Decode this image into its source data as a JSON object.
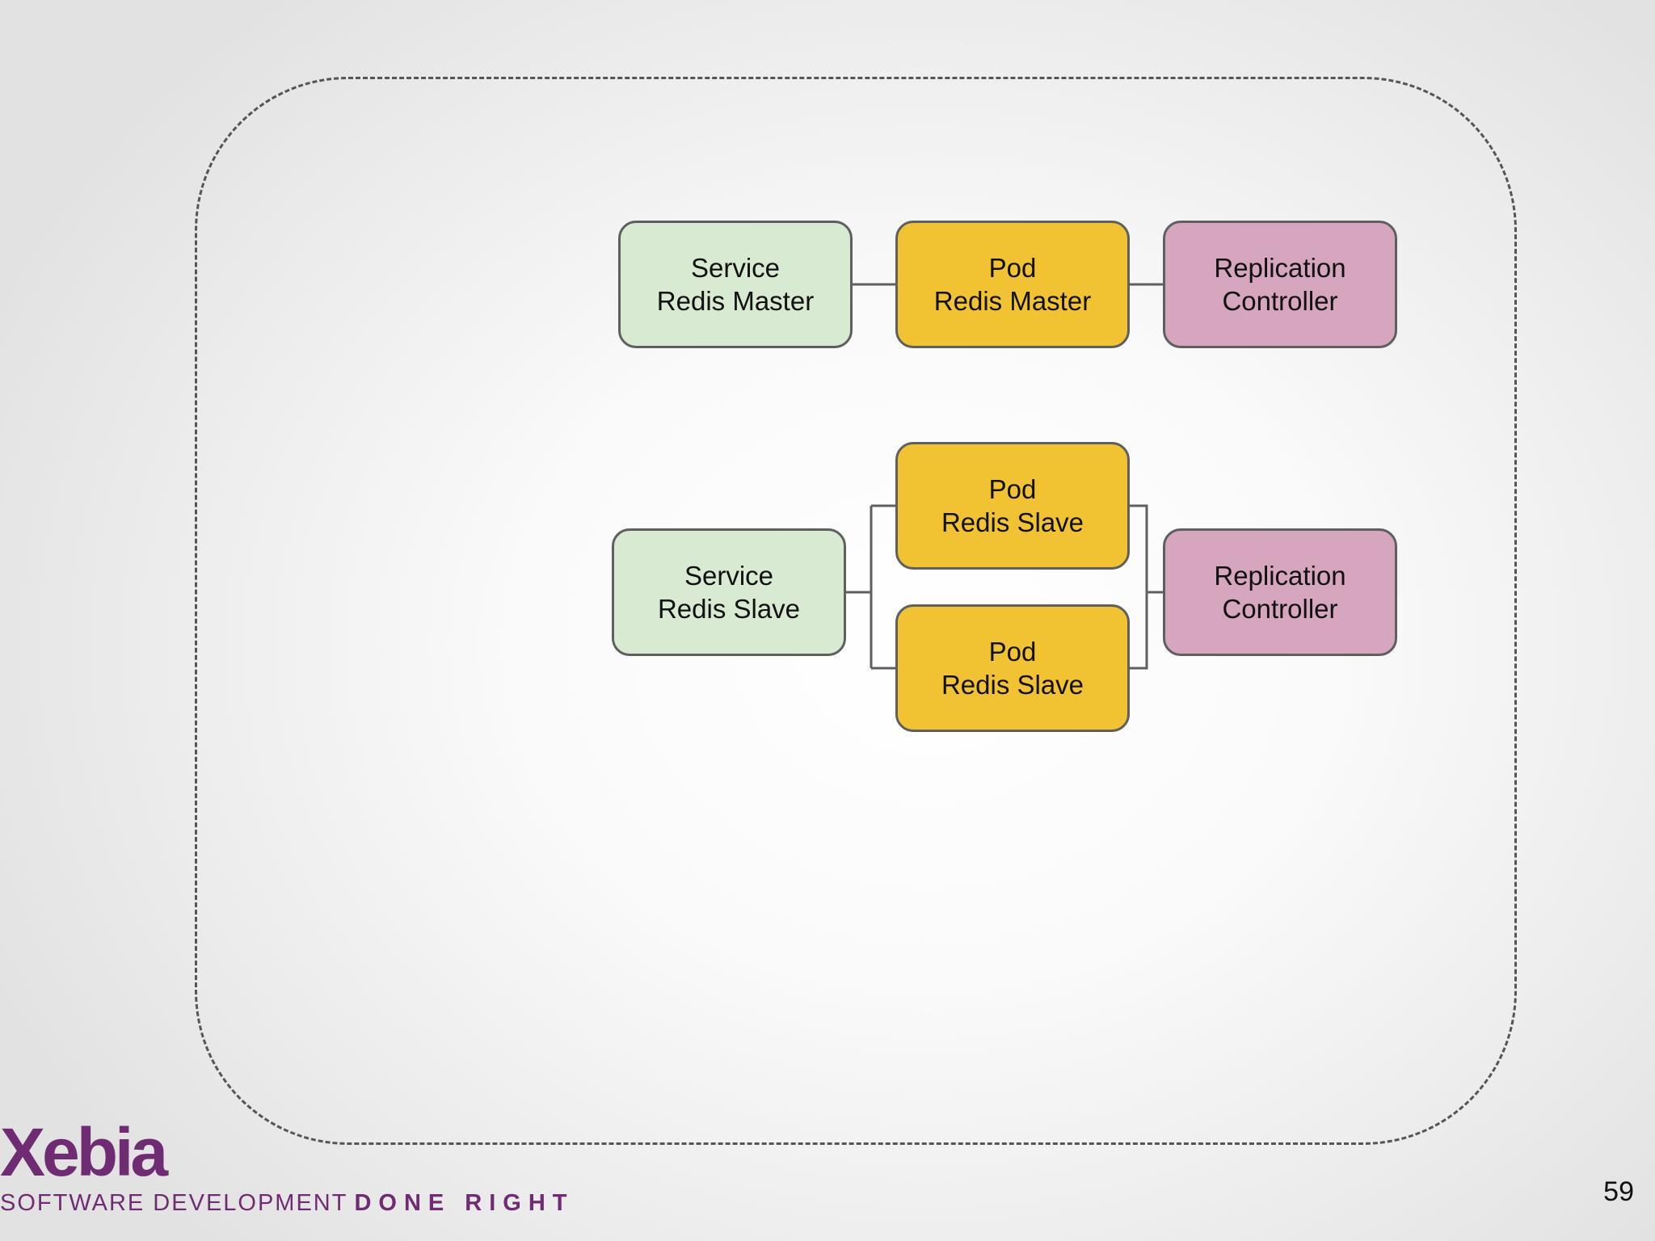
{
  "diagram": {
    "master_row": {
      "service": {
        "line1": "Service",
        "line2": "Redis Master"
      },
      "pod": {
        "line1": "Pod",
        "line2": "Redis Master"
      },
      "replication_controller": {
        "line1": "Replication",
        "line2": "Controller"
      }
    },
    "slave_row": {
      "service": {
        "line1": "Service",
        "line2": "Redis Slave"
      },
      "pods": [
        {
          "line1": "Pod",
          "line2": "Redis Slave"
        },
        {
          "line1": "Pod",
          "line2": "Redis Slave"
        }
      ],
      "replication_controller": {
        "line1": "Replication",
        "line2": "Controller"
      }
    }
  },
  "footer": {
    "logo_text": "Xebia",
    "tagline_regular": "SOFTWARE DEVELOPMENT",
    "tagline_bold": "DONE RIGHT",
    "page_number": "59"
  },
  "colors": {
    "service": "#d9ead3",
    "pod": "#f1c232",
    "replication_controller": "#d5a6bd",
    "brand_purple": "#6f2c73"
  }
}
